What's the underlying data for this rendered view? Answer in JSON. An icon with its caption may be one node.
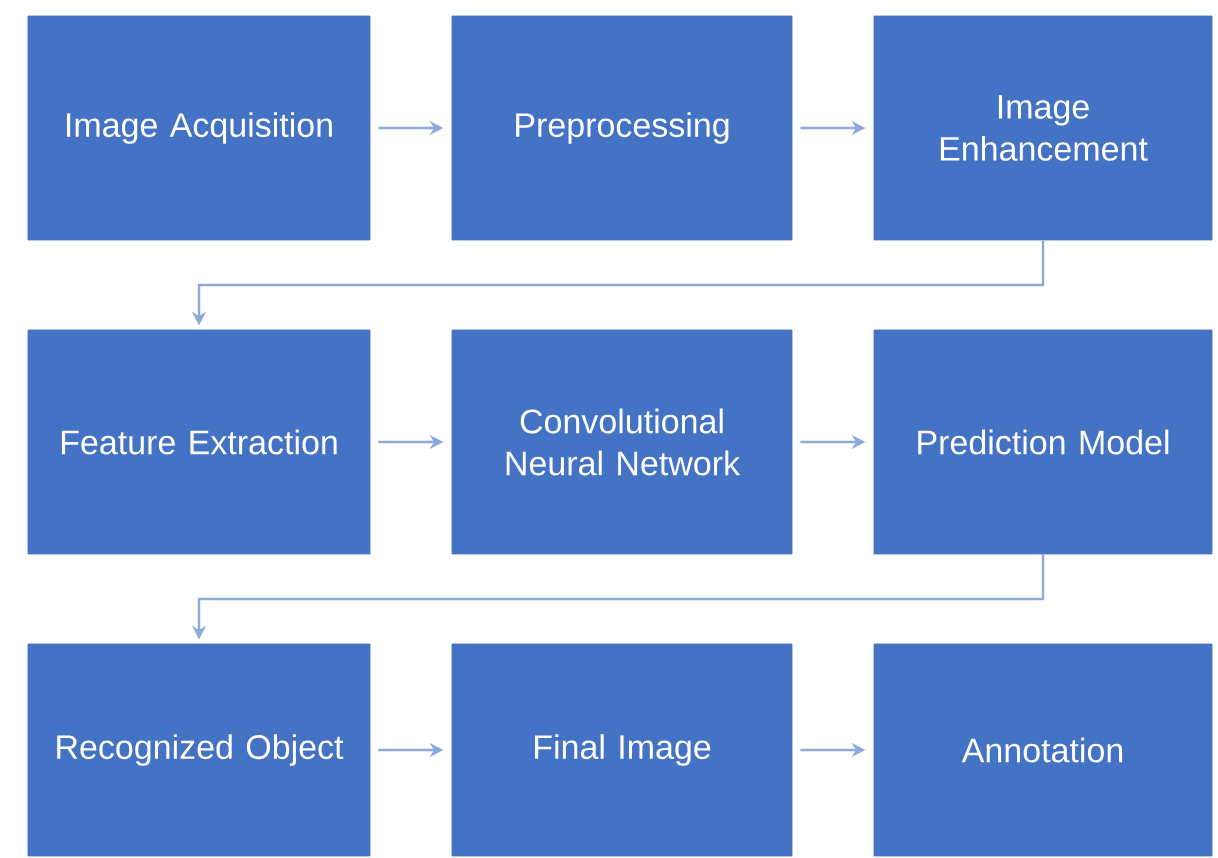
{
  "diagram": {
    "nodes": [
      {
        "text": [
          "Image Acquisition"
        ]
      },
      {
        "text": [
          "Preprocessing"
        ]
      },
      {
        "text": [
          "Image Enhancement"
        ]
      },
      {
        "text": [
          "Feature Extraction"
        ]
      },
      {
        "text": [
          "Convolutional Neural Network"
        ]
      },
      {
        "text": [
          "Prediction Model"
        ]
      },
      {
        "text": [
          "Recognized Object"
        ]
      },
      {
        "text": [
          "Final Image"
        ]
      },
      {
        "text": [
          "Annotation"
        ]
      }
    ],
    "edges": [
      {
        "from": 0,
        "to": 1,
        "arrow": "to"
      },
      {
        "from": 1,
        "to": 2,
        "arrow": "to"
      },
      {
        "from": 2,
        "to": 3,
        "arrow": "to"
      },
      {
        "from": 3,
        "to": 4,
        "arrow": "to"
      },
      {
        "from": 4,
        "to": 5,
        "arrow": "to"
      },
      {
        "from": 5,
        "to": 6,
        "arrow": "to"
      },
      {
        "from": 6,
        "to": 7,
        "arrow": "to"
      },
      {
        "from": 7,
        "to": 8,
        "arrow": "to"
      }
    ]
  }
}
